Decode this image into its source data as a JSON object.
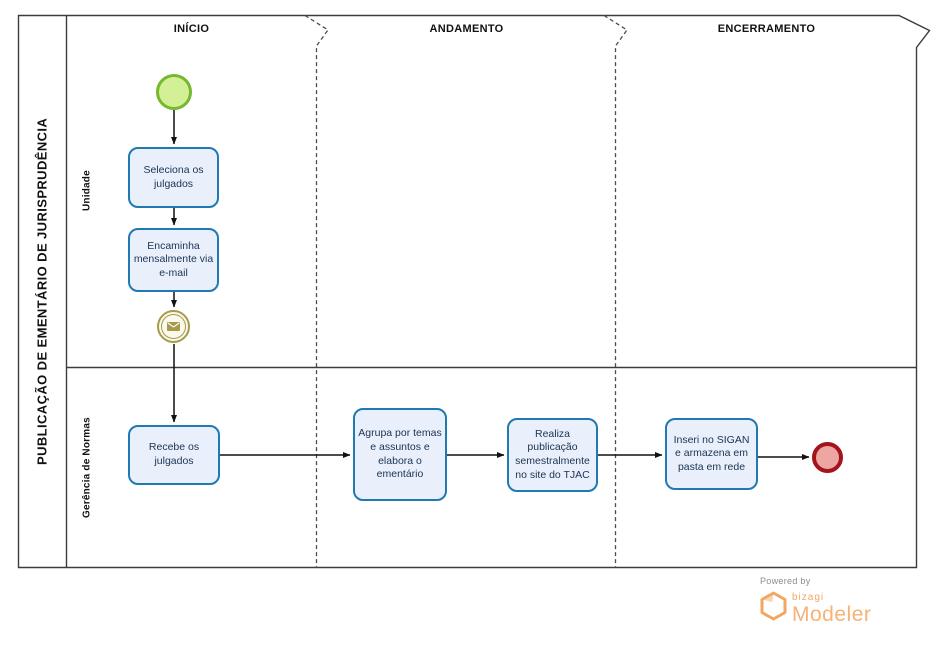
{
  "pool": {
    "title": "PUBLICAÇÃO DE EMENTÁRIO DE JURISPRUDÊNCIA",
    "lanes": [
      {
        "label": "Unidade"
      },
      {
        "label": "Gerência de Normas"
      }
    ],
    "phases": [
      {
        "label": "INÍCIO"
      },
      {
        "label": "ANDAMENTO"
      },
      {
        "label": "ENCERRAMENTO"
      }
    ]
  },
  "nodes": {
    "tasks": [
      {
        "label": "Seleciona os julgados"
      },
      {
        "label": "Encaminha mensalmente via e-mail"
      },
      {
        "label": "Recebe os julgados"
      },
      {
        "label": "Agrupa por temas e assuntos e elabora o ementário"
      },
      {
        "label": "Realiza publicação semestralmente no site do TJAC"
      },
      {
        "label": "Inseri no SIGAN e armazena em pasta em rede"
      }
    ],
    "events": {
      "start": "start-event-icon",
      "message": "message-envelope-icon",
      "end": "end-event-icon"
    }
  },
  "colors": {
    "task_fill": "#e9f0fb",
    "task_border": "#2079b0",
    "task_text": "#1a3353",
    "start_fill": "#d3f096",
    "start_border": "#76b82e",
    "message_color": "#a69a4c",
    "message_fill": "#fbf9ec",
    "end_fill": "#eda6a1",
    "end_border": "#a3141c",
    "line_color": "#3c3c3c",
    "divider_color": "#4d4d4d",
    "brand_orange": "#f2a761",
    "brand_orange_light": "#f6b276",
    "powered_by_gray": "#8c8c8c"
  },
  "branding": {
    "powered_by": "Powered by",
    "brand": "bizagi",
    "product": "Modeler"
  }
}
